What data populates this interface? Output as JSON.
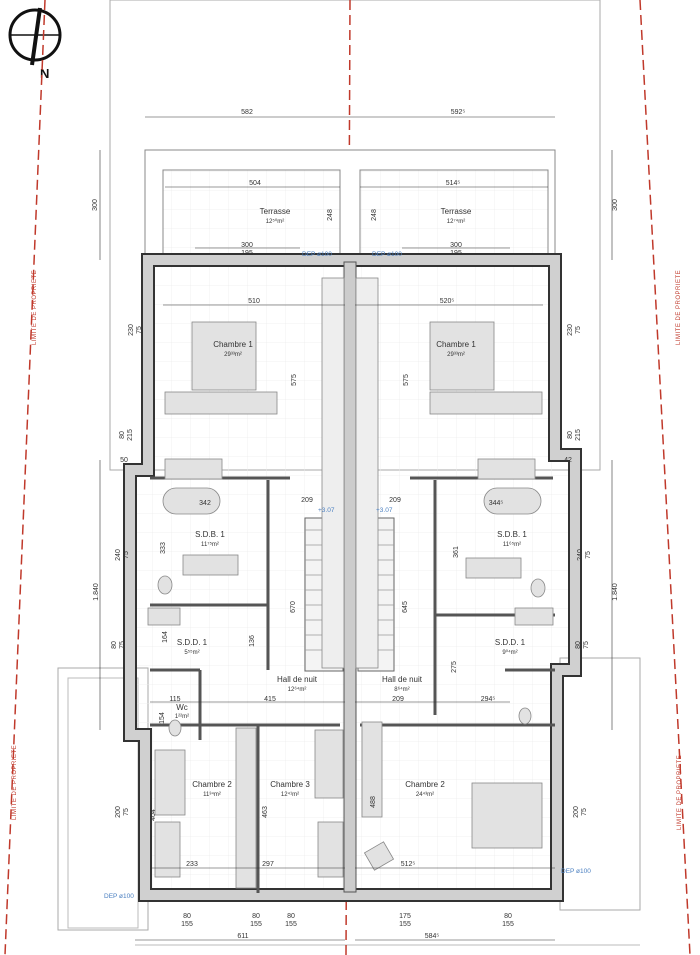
{
  "compass": {
    "north_label": "N"
  },
  "property_limit_label": "LIMITE DE PROPRIETE",
  "rooms": [
    {
      "name": "Terrasse",
      "area": "12⁵⁰m²"
    },
    {
      "name": "Terrasse",
      "area": "12⁷⁴m²"
    },
    {
      "name": "Chambre 1",
      "area": "29³³m²"
    },
    {
      "name": "Chambre 1",
      "area": "29³³m²"
    },
    {
      "name": "S.D.B. 1",
      "area": "11⁷⁵m²"
    },
    {
      "name": "S.D.B. 1",
      "area": "11⁶⁵m²"
    },
    {
      "name": "S.D.D. 1",
      "area": "5⁵⁵m²"
    },
    {
      "name": "S.D.D. 1",
      "area": "9⁰⁴m²"
    },
    {
      "name": "Hall de nuit",
      "area": "12⁶⁴m²"
    },
    {
      "name": "Hall de nuit",
      "area": "8⁶⁴m²"
    },
    {
      "name": "Wc",
      "area": "1²²m²"
    },
    {
      "name": "Chambre 2",
      "area": "11³⁴m²"
    },
    {
      "name": "Chambre 3",
      "area": "12⁴¹m²"
    },
    {
      "name": "Chambre 2",
      "area": "24⁴³m²"
    }
  ],
  "annotations": {
    "dep": "DEP ø100",
    "level": "+3.07"
  },
  "dims": [
    "582",
    "592⁵",
    "300",
    "300",
    "504",
    "514⁵",
    "248",
    "248",
    "300",
    "195",
    "300",
    "195",
    "510",
    "520⁵",
    "230",
    "75",
    "230",
    "75",
    "575",
    "575",
    "80",
    "215",
    "80",
    "215",
    "50",
    "42",
    "342",
    "344⁵",
    "209",
    "209",
    "333",
    "361",
    "240",
    "75",
    "240",
    "75",
    "1.840",
    "1.840",
    "670",
    "645",
    "164",
    "136",
    "275",
    "80",
    "75",
    "80",
    "75",
    "115",
    "415",
    "209",
    "294⁵",
    "154",
    "200",
    "75",
    "200",
    "75",
    "404",
    "463",
    "488",
    "233",
    "297",
    "512⁵",
    "80",
    "155",
    "80",
    "155",
    "80",
    "155",
    "175",
    "155",
    "80",
    "155",
    "611",
    "584⁵"
  ]
}
